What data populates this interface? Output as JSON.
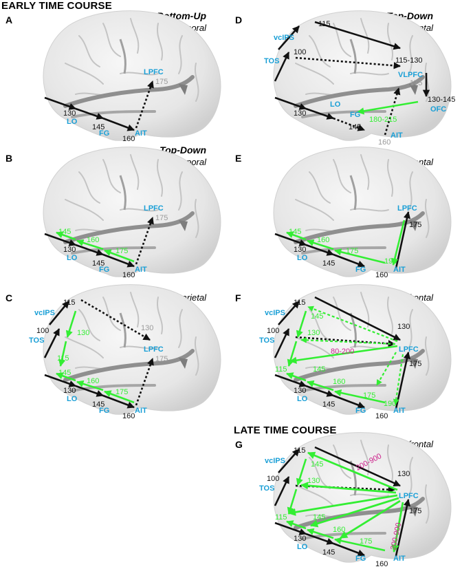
{
  "sections": {
    "early": "EARLY TIME COURSE",
    "late": "LATE TIME COURSE"
  },
  "colors": {
    "region_label": "#1a9fd6",
    "feedback": "#33ee33",
    "feedforward": "#111111",
    "late_window": "#cc1f8a",
    "faded_latency": "#9a9a9a"
  },
  "panels": {
    "A": {
      "letter": "A",
      "title": "Bottom-Up",
      "subtitle": "Temporal"
    },
    "B": {
      "letter": "B",
      "title": "Top-Down",
      "subtitle": "Temporal"
    },
    "C": {
      "letter": "C",
      "title": "",
      "subtitle": "Parietal"
    },
    "D": {
      "letter": "D",
      "title": "Top-Down",
      "subtitle": "Prefrontal"
    },
    "E": {
      "letter": "E",
      "title": "",
      "subtitle": "Temporal-Prefrontal"
    },
    "F": {
      "letter": "F",
      "title": "",
      "subtitle": "Parietal-Prefrontal"
    },
    "G": {
      "letter": "G",
      "title": "",
      "subtitle": "Parietal-Prefrontal"
    }
  },
  "labels": {
    "A": {
      "r1": "LO",
      "r2": "FG",
      "r3": "AIT",
      "r4": "LPFC",
      "n1": "130",
      "n2": "145",
      "n3": "160",
      "n4": "175"
    },
    "B": {
      "r1": "LO",
      "r2": "FG",
      "r3": "AIT",
      "r4": "LPFC",
      "n1": "130",
      "n2": "145",
      "n3": "160",
      "n4": "175",
      "g1": "145",
      "g2": "160",
      "g3": "175"
    },
    "C": {
      "r1": "LO",
      "r2": "FG",
      "r3": "AIT",
      "r4": "LPFC",
      "r5": "vcIPS",
      "r6": "TOS",
      "n1": "130",
      "n2": "145",
      "n3": "160",
      "n4": "175",
      "n5": "115",
      "n6": "100",
      "n7": "130",
      "g1": "130",
      "g2": "115",
      "g3": "145",
      "g4": "160",
      "g5": "175"
    },
    "D": {
      "r1": "LO",
      "r2": "FG",
      "r3": "AIT",
      "r4": "VLPFC",
      "r5": "vcIPS",
      "r6": "TOS",
      "r7": "OFC",
      "n1": "130",
      "n2": "145",
      "n3": "160",
      "n4": "175",
      "n5": "115",
      "n6": "100",
      "n7": "115-130",
      "n8": "130-145",
      "g1": "180-215"
    },
    "E": {
      "r1": "LO",
      "r2": "FG",
      "r3": "AIT",
      "r4": "LPFC",
      "n1": "130",
      "n2": "145",
      "n3": "160",
      "n4": "175",
      "g1": "145",
      "g2": "160",
      "g3": "175",
      "g4": "190"
    },
    "F": {
      "r1": "LO",
      "r2": "FG",
      "r3": "AIT",
      "r4": "LPFC",
      "r5": "vcIPS",
      "r6": "TOS",
      "n1": "130",
      "n2": "145",
      "n3": "160",
      "n4": "175",
      "n5": "115",
      "n6": "100",
      "n7": "130",
      "g1": "145",
      "g2": "130",
      "g3": "115",
      "g4": "145",
      "g5": "160",
      "g6": "175",
      "g7": "190",
      "m1": "80-200"
    },
    "G": {
      "r1": "LO",
      "r2": "FG",
      "r3": "AIT",
      "r4": "LPFC",
      "r5": "vcIPS",
      "r6": "TOS",
      "n1": "130",
      "n2": "145",
      "n3": "160",
      "n4": "175",
      "n5": "115",
      "n6": "100",
      "n7": "130",
      "g1": "145",
      "g2": "130",
      "g3": "115",
      "g4": "145",
      "g5": "160",
      "g6": "175",
      "m1": "200-900",
      "m2": "200-900"
    }
  }
}
